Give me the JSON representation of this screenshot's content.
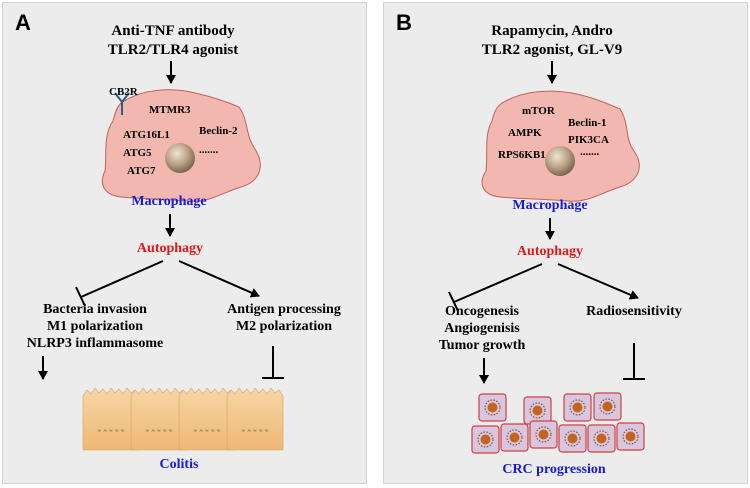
{
  "panel_a": {
    "letter": "A",
    "stimulus": [
      "Anti-TNF antibody",
      "TLR2/TLR4 agonist"
    ],
    "receptor": "CB2R",
    "genes": [
      "MTMR3",
      "ATG16L1",
      "Beclin-2",
      "ATG5",
      "ATG7"
    ],
    "dots": ".......",
    "cell_label": "Macrophage",
    "process": "Autophagy",
    "inhibited": [
      "Bacteria invasion",
      "M1 polarization",
      "NLRP3 inflammasome"
    ],
    "promoted": [
      "Antigen processing",
      "M2 polarization"
    ],
    "outcome": "Colitis"
  },
  "panel_b": {
    "letter": "B",
    "stimulus": [
      "Rapamycin, Andro",
      "TLR2 agonist, GL-V9"
    ],
    "genes": [
      "mTOR",
      "Beclin-1",
      "AMPK",
      "PIK3CA",
      "RPS6KB1"
    ],
    "dots": ".......",
    "cell_label": "Macrophage",
    "process": "Autophagy",
    "inhibited": [
      "Oncogenesis",
      "Angiogenisis",
      "Tumor growth"
    ],
    "promoted": [
      "Radiosensitivity"
    ],
    "outcome": "CRC progression"
  },
  "colors": {
    "panel_bg": "#ececec",
    "cell_fill": "#f2b8b0",
    "cell_stroke": "#c06060",
    "nucleus": "#b39a7e",
    "label_blue": "#1a1ad6",
    "label_red": "#e01818",
    "epithelium": "#f4c98e",
    "tumor_cell": "#d8c6de",
    "tumor_stroke": "#d04040",
    "tumor_nucleus": "#c4651f"
  }
}
